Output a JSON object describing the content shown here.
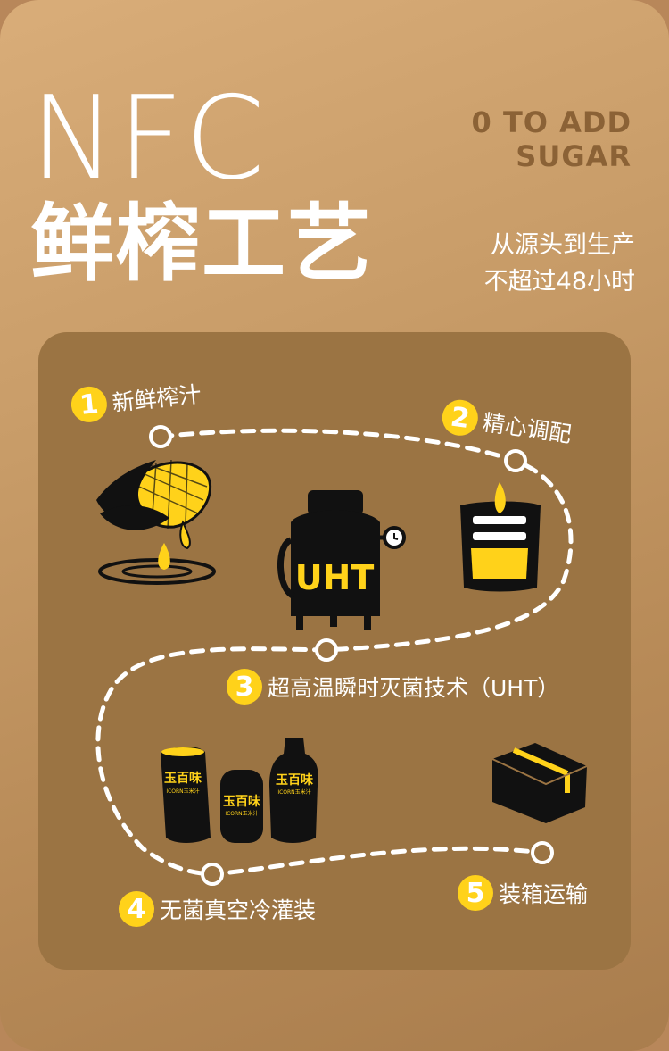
{
  "hero": {
    "title_line1": "NFC",
    "title_line2": "鲜榨工艺",
    "tag_line1": "0 TO ADD",
    "tag_line2": "SUGAR",
    "note_line1": "从源头到生产",
    "note_line2": "不超过48小时"
  },
  "process": {
    "steps": [
      {
        "num": "1",
        "label": "新鲜榨汁"
      },
      {
        "num": "2",
        "label": "精心调配"
      },
      {
        "num": "3",
        "label": "超高温瞬时灭菌技术（UHT）"
      },
      {
        "num": "4",
        "label": "无菌真空冷灌装"
      },
      {
        "num": "5",
        "label": "装箱运输"
      }
    ],
    "machine_label": "UHT",
    "bottle_brand": "玉百味",
    "bottle_sub": "ICORN玉米汁"
  },
  "colors": {
    "accent_yellow": "#ffd21a",
    "ink": "#111111",
    "panel": "#9b7443"
  }
}
